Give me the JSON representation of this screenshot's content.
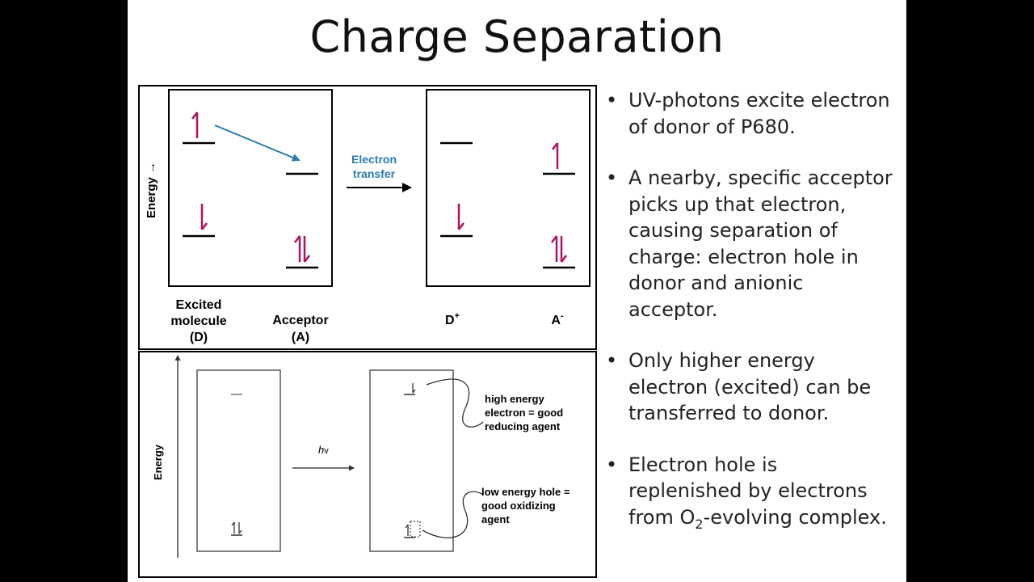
{
  "slide": {
    "title": "Charge Separation"
  },
  "top_figure": {
    "energy_axis_label": "Energy →",
    "transfer_label_line1": "Electron",
    "transfer_label_line2": "transfer",
    "label_excited_1": "Excited",
    "label_excited_2": "molecule",
    "label_excited_3": "(D)",
    "label_acceptor_1": "Acceptor",
    "label_acceptor_2": "(A)",
    "label_donor_cation": "D",
    "label_donor_cation_sup": "+",
    "label_acceptor_anion": "A",
    "label_acceptor_anion_sup": "-",
    "colors": {
      "electron": "#b0125e",
      "transfer_arrow": "#2a7ab0",
      "transfer_label": "#2a7ab0"
    }
  },
  "bottom_figure": {
    "energy_axis_label": "Energy",
    "photon_label_h": "h",
    "photon_label_nu": "v",
    "note_high_1": "high energy",
    "note_high_2": "electron = good",
    "note_high_3": "reducing agent",
    "note_low_1": "low energy hole =",
    "note_low_2": "good oxidizing",
    "note_low_3": "agent"
  },
  "bullets": [
    {
      "dot": "•",
      "text": "UV-photons excite electron of donor of P680."
    },
    {
      "dot": "•",
      "text": "A nearby, specific acceptor picks up that electron, causing separation of charge: electron hole in donor and anionic acceptor."
    },
    {
      "dot": "•",
      "text": "Only higher energy electron (excited) can be transferred to donor."
    },
    {
      "dot": "•",
      "text_before": "Electron hole is replenished by electrons from O",
      "subscript": "2",
      "text_after": "-evolving complex."
    }
  ]
}
